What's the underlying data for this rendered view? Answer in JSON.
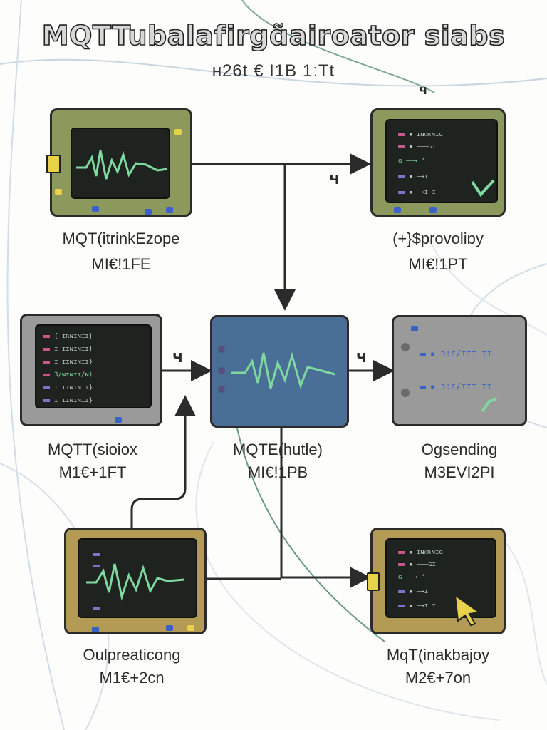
{
  "title": "MQTTubalafirgɑ̃airoator siabs",
  "subtitle": "ʜ26t € I1B 1ːTt",
  "nodes": [
    {
      "id": "top-left",
      "name": "MQT(itrinkEzope",
      "code": "MI€!1FE"
    },
    {
      "id": "top-right",
      "name": "(+}$provoliɒy",
      "code": "MI€!1PT"
    },
    {
      "id": "mid-left",
      "name": "MQTT(sioiox",
      "code": "M1€+1FT"
    },
    {
      "id": "center",
      "name": "MQTE(hutle)",
      "code": "MI€!1PB"
    },
    {
      "id": "mid-right",
      "name": "Ogsending",
      "code": "M3EVI2PI"
    },
    {
      "id": "bottom-left",
      "name": "Oulpreaticong",
      "code": "M1€+2cn"
    },
    {
      "id": "bottom-right",
      "name": "MqT(inakbajoy",
      "code": "M2€+7on"
    }
  ],
  "arrow_glyphs": [
    "Ч",
    "Ч",
    "Ч",
    "ч"
  ],
  "screen_code": {
    "topright": [
      "▪ ɪɴᴏʀɴɪɢ",
      "▪ ———ɢɪ",
      "ɢ ——→ ʼ",
      "▪ —→ɪ",
      "▪ —→ɪ ɪ"
    ],
    "midleft": [
      "{ ɪʀɴɪɴɪɪ}",
      "ɪ ɪɪɴɪɴɪɪ}",
      "ɪ ɪɪɴɪɴɪɪ}",
      "3/ɴɪɴɪɪ/ɴ)",
      "ɪ ɪɪɴɪɴɪɪ}",
      "ɪ ɪɪɴɪɴɪɪ}"
    ],
    "midright": [
      "▪ ɔ:ɛ/ɪɪɪ ɪɪ",
      "▪ ɔ:ɛ/ɪɪɪ ɪɪ"
    ],
    "bottomright": [
      "▪ ɪɴᴏʀɴɪɢ",
      "▪ ———ɢɪ",
      "ɢ ——→ ʼ",
      "▪ —→ɪ",
      "▪ —→ɪ ɪ"
    ]
  },
  "colors": {
    "olive_board": "#8b9a5c",
    "gray_board": "#9a9a9a",
    "blue_board": "#4a6f96",
    "tan_board": "#b39a55",
    "trace_green": "#7fd8a0",
    "pin_yellow": "#e8d24a",
    "pin_blue": "#3a62c6"
  }
}
